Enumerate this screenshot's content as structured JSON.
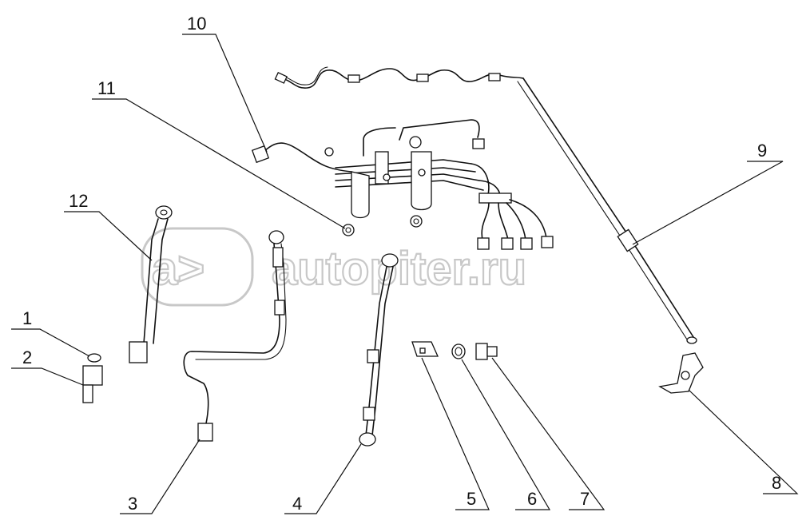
{
  "watermark": {
    "text": "autopiter.ru",
    "logo_glyph": "a>"
  },
  "callouts": [
    {
      "id": "1",
      "label": "1"
    },
    {
      "id": "2",
      "label": "2"
    },
    {
      "id": "3",
      "label": "3"
    },
    {
      "id": "4",
      "label": "4"
    },
    {
      "id": "5",
      "label": "5"
    },
    {
      "id": "6",
      "label": "6"
    },
    {
      "id": "7",
      "label": "7"
    },
    {
      "id": "8",
      "label": "8"
    },
    {
      "id": "9",
      "label": "9"
    },
    {
      "id": "10",
      "label": "10"
    },
    {
      "id": "11",
      "label": "11"
    },
    {
      "id": "12",
      "label": "12"
    }
  ],
  "colors": {
    "line": "#111111",
    "watermark": "#c8c8c8",
    "background": "#ffffff"
  }
}
